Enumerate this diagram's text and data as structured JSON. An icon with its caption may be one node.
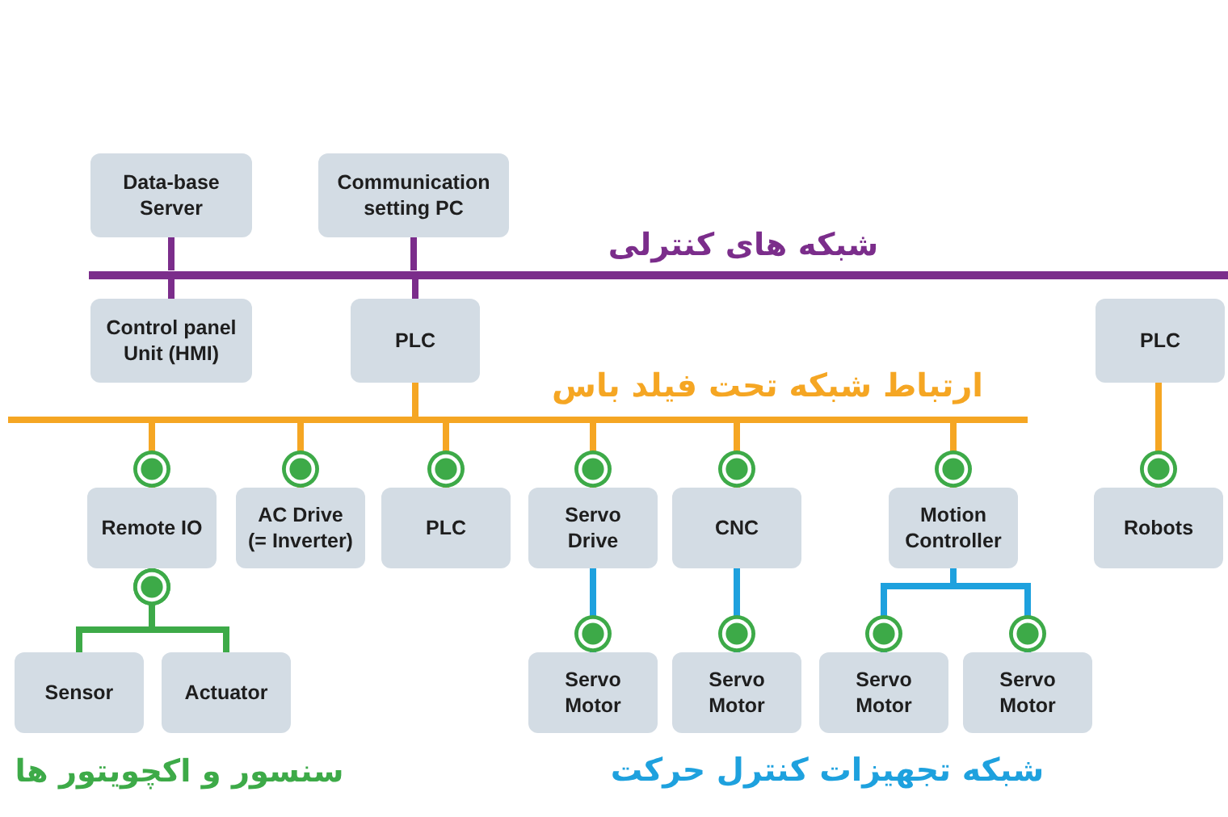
{
  "diagram": {
    "nodes": [
      {
        "text": [
          "Data-base Server"
        ]
      },
      {
        "text": [
          "Communication setting PC"
        ]
      },
      {
        "text": [],
        "shape": "bar",
        "beside": [
          "شبکه های کنترلی"
        ]
      },
      {
        "text": [
          "Control panel Unit (HMI)"
        ]
      },
      {
        "text": [
          "PLC"
        ]
      },
      {
        "text": [
          "PLC"
        ]
      },
      {
        "text": [],
        "shape": "bar",
        "beside": [
          "ارتباط شبکه تحت فیلد باس"
        ]
      },
      {
        "text": [
          "Remote IO"
        ]
      },
      {
        "text": [
          "AC Drive (= Inverter)"
        ]
      },
      {
        "text": [
          "PLC"
        ]
      },
      {
        "text": [
          "Servo Drive"
        ]
      },
      {
        "text": [
          "CNC"
        ]
      },
      {
        "text": [
          "Motion Controller"
        ]
      },
      {
        "text": [
          "Robots"
        ]
      },
      {
        "text": [
          "Sensor"
        ]
      },
      {
        "text": [
          "Actuator"
        ]
      },
      {
        "text": [
          "Servo Motor"
        ]
      },
      {
        "text": [
          "Servo Motor"
        ]
      },
      {
        "text": [
          "Servo Motor"
        ]
      },
      {
        "text": [
          "Servo Motor"
        ]
      }
    ],
    "edges": [
      {
        "from": 0,
        "to": 2,
        "arrow": "none",
        "color": "#7b2d8b"
      },
      {
        "from": 2,
        "to": 3,
        "arrow": "none",
        "color": "#7b2d8b"
      },
      {
        "from": 1,
        "to": 2,
        "arrow": "none",
        "color": "#7b2d8b"
      },
      {
        "from": 2,
        "to": 4,
        "arrow": "none",
        "color": "#7b2d8b"
      },
      {
        "from": 4,
        "to": 6,
        "arrow": "none"
      },
      {
        "from": 6,
        "to": 7,
        "arrow": "other"
      },
      {
        "from": 6,
        "to": 8,
        "arrow": "other"
      },
      {
        "from": 6,
        "to": 9,
        "arrow": "other"
      },
      {
        "from": 6,
        "to": 10,
        "arrow": "other"
      },
      {
        "from": 6,
        "to": 11,
        "arrow": "other"
      },
      {
        "from": 6,
        "to": 12,
        "arrow": "other"
      },
      {
        "from": 5,
        "to": 13,
        "arrow": "other"
      },
      {
        "from": 7,
        "to": 14,
        "arrow": "other",
        "color": "#3daa48"
      },
      {
        "from": 7,
        "to": 15,
        "arrow": "other",
        "color": "#3daa48"
      },
      {
        "from": 10,
        "to": 16,
        "arrow": "other",
        "color": "#1ea1de"
      },
      {
        "from": 11,
        "to": 17,
        "arrow": "other",
        "color": "#1ea1de"
      },
      {
        "from": 12,
        "to": 18,
        "arrow": "other",
        "color": "#1ea1de"
      },
      {
        "from": 12,
        "to": 19,
        "arrow": "other",
        "color": "#1ea1de"
      }
    ],
    "labels": [
      "سنسور و اکچویتور ها",
      "شبکه تجهیزات کنترل حرکت"
    ]
  }
}
